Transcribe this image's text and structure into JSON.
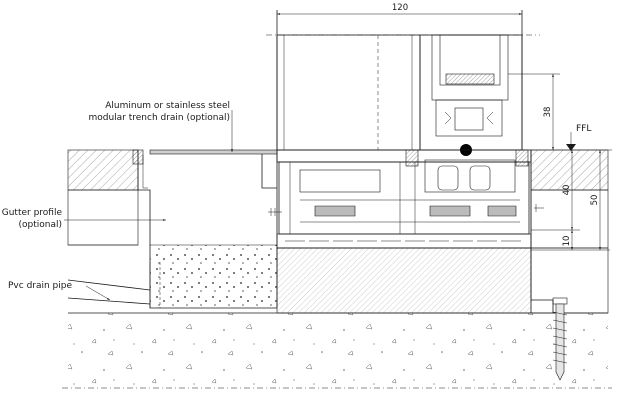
{
  "drawing": {
    "labels": {
      "trench_drain": [
        "Aluminum or stainless steel",
        "modular trench drain (optional)"
      ],
      "gutter_profile": [
        "Gutter profile",
        "(optional)"
      ],
      "pvc_drain_pipe": "Pvc drain pipe",
      "ffl": "FFL"
    },
    "dimensions": {
      "width_top": "120",
      "height_38": "38",
      "height_40": "40",
      "height_50": "50",
      "height_10": "10"
    }
  }
}
